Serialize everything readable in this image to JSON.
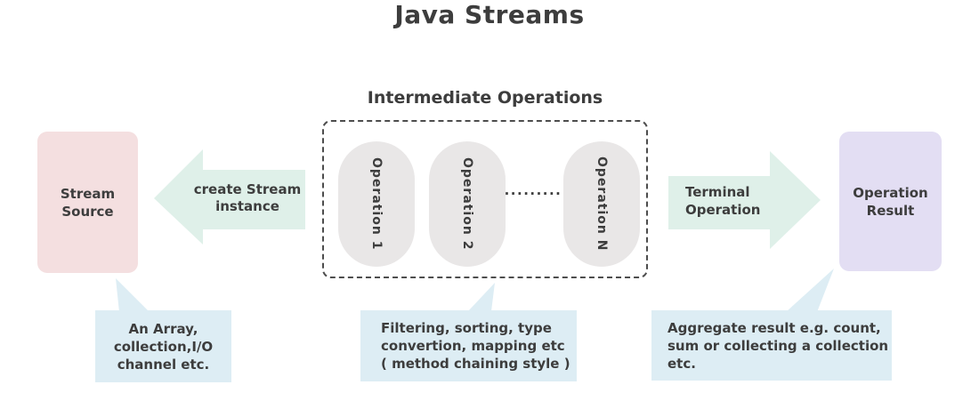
{
  "title": "Java Streams",
  "colors": {
    "background": "#ffffff",
    "text": "#3d3d3d",
    "stream_source": "#f4dfe0",
    "operation_result": "#e3def3",
    "arrow": "#dff0e9",
    "pill": "#e9e7e7",
    "callout": "#ddedf4",
    "dashed_border": "#4d4d4d"
  },
  "stream_source": {
    "label": "Stream\nSource"
  },
  "intermediate": {
    "heading": "Intermediate Operations",
    "operations": [
      "Operation 1",
      "Operation 2",
      "Operation N"
    ],
    "ellipsis": "........."
  },
  "arrows": {
    "create": "create Stream\ninstance",
    "terminal": "Terminal\nOperation"
  },
  "operation_result": {
    "label": "Operation\nResult"
  },
  "callouts": {
    "source": "An Array,\ncollection,I/O\nchannel etc.",
    "intermediate": "Filtering, sorting, type\nconvertion, mapping etc\n( method chaining style )",
    "result": "Aggregate result e.g. count,\nsum or collecting a collection\netc."
  }
}
